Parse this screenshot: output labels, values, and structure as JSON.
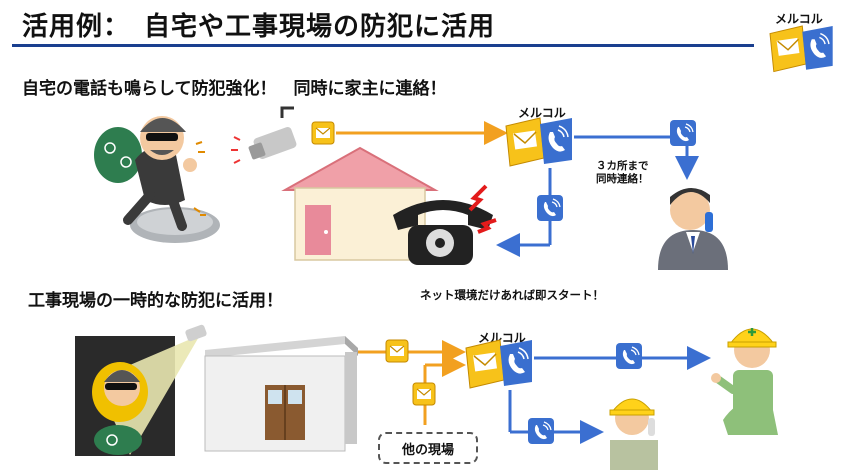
{
  "title": "活用例：　自宅や工事現場の防犯に活用",
  "logo_label": "メルコル",
  "section1": {
    "heading": "自宅の電話も鳴らして防犯強化！　同時に家主に連絡！",
    "service_label": "メルコル",
    "note_line1": "３カ所まで",
    "note_line2": "同時連絡！"
  },
  "section2": {
    "heading": "工事現場の一時的な防犯に活用！",
    "subnote": "ネット環境だけあれば即スタート！",
    "service_label": "メルコル",
    "other_site_label": "他の現場"
  },
  "colors": {
    "title_rule": "#1a3f8f",
    "mail_arrow": "#f2a020",
    "phone_arrow": "#3b6fd1",
    "mail_yellow": "#f7c21a",
    "phone_blue": "#3a6fcf",
    "roof_pink": "#f0a0a8",
    "house_wall": "#fbf0d6"
  }
}
